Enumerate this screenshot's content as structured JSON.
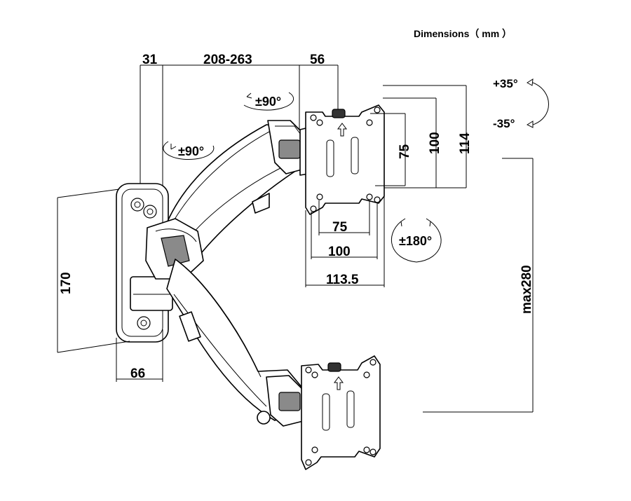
{
  "header": {
    "title": "Dimensions（ mm ）"
  },
  "dimensions": {
    "wall_offset": "31",
    "arm_reach": "208-263",
    "head_depth": "56",
    "wall_plate_height": "170",
    "wall_plate_width": "66",
    "vesa_75_vertical": "75",
    "vesa_100_vertical": "100",
    "plate_height": "114",
    "vesa_75_horizontal": "75",
    "vesa_100_horizontal": "100",
    "plate_width": "113.5",
    "height_adjust": "max280"
  },
  "rotations": {
    "upper_arm_swivel": "±90°",
    "lower_arm_swivel": "±90°",
    "tilt_up": "+35°",
    "tilt_down": "-35°",
    "rotation": "±180°"
  },
  "icons": [
    "tilt-arc-icon",
    "rotation-arrow-icon",
    "swivel-ellipse-icon"
  ]
}
